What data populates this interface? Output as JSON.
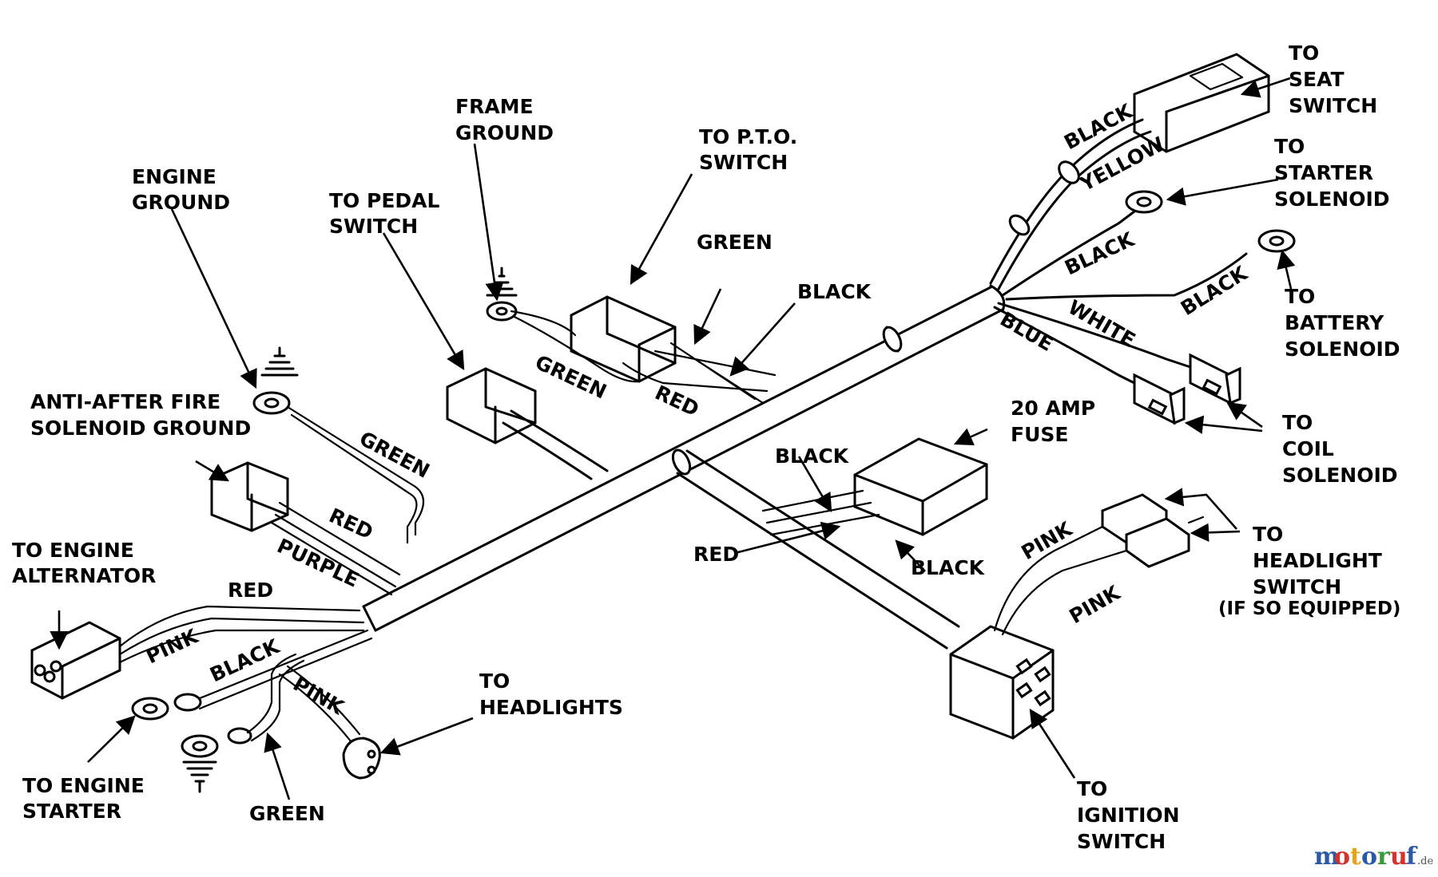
{
  "labels": {
    "frame_ground": [
      "FRAME",
      "GROUND"
    ],
    "to_pto_switch": [
      "TO P.T.O.",
      "SWITCH"
    ],
    "engine_ground": [
      "ENGINE",
      "GROUND"
    ],
    "to_pedal_switch": [
      "TO PEDAL",
      "SWITCH"
    ],
    "to_seat_switch": [
      "TO",
      "SEAT",
      "SWITCH"
    ],
    "to_starter_solenoid": [
      "TO",
      "STARTER",
      "SOLENOID"
    ],
    "to_battery_solenoid": [
      "TO",
      "BATTERY",
      "SOLENOID"
    ],
    "to_coil_solenoid": [
      "TO",
      "COIL",
      "SOLENOID"
    ],
    "anti_after_fire": [
      "ANTI-AFTER FIRE",
      "SOLENOID GROUND"
    ],
    "amp_fuse": [
      "20 AMP",
      "FUSE"
    ],
    "to_engine_alternator": [
      "TO ENGINE",
      "ALTERNATOR"
    ],
    "to_headlight_switch": [
      "TO",
      "HEADLIGHT",
      "SWITCH",
      "(IF SO EQUIPPED)"
    ],
    "to_headlights": [
      "TO",
      "HEADLIGHTS"
    ],
    "to_engine_starter": [
      "TO ENGINE",
      "STARTER"
    ],
    "to_ignition_switch": [
      "TO",
      "IGNITION",
      "SWITCH"
    ]
  },
  "wire_colors": {
    "green_top": "GREEN",
    "black_top": "BLACK",
    "green_pto": "GREEN",
    "red_pto": "RED",
    "black_seat": "BLACK",
    "yellow_seat": "YELLOW",
    "black_starter": "BLACK",
    "black_battery": "BLACK",
    "white": "WHITE",
    "blue": "BLUE",
    "green_engine": "GREEN",
    "red_antifire": "RED",
    "purple": "PURPLE",
    "red_alt": "RED",
    "pink_alt": "PINK",
    "black_starter_low": "BLACK",
    "pink_headlights": "PINK",
    "green_bottom": "GREEN",
    "black_fuse_top": "BLACK",
    "red_fuse": "RED",
    "black_fuse_bottom": "BLACK",
    "pink_hl_1": "PINK",
    "pink_hl_2": "PINK"
  },
  "watermark": {
    "letters": [
      "m",
      "o",
      "t",
      "o",
      "r",
      "u",
      "f"
    ],
    "colors": [
      "#2b59a6",
      "#d6312b",
      "#e8a317",
      "#2b59a6",
      "#3a9a3a",
      "#d6312b",
      "#2b59a6"
    ],
    "suffix": ".de"
  }
}
